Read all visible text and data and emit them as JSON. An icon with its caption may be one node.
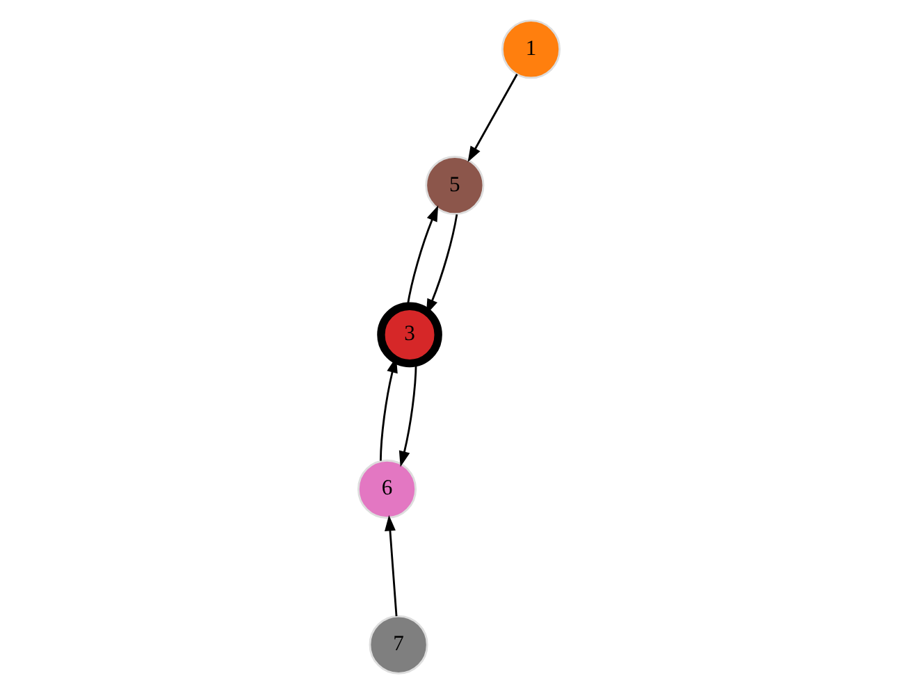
{
  "diagram": {
    "nodes": [
      {
        "text": [
          "6"
        ]
      },
      {
        "text": [
          "7"
        ]
      },
      {
        "text": [
          "3"
        ]
      },
      {
        "text": [
          "5"
        ]
      },
      {
        "text": [
          "1"
        ]
      }
    ],
    "edges": [
      {
        "from": 1,
        "to": 0,
        "arrow": "to"
      },
      {
        "from": 0,
        "to": 2,
        "arrow": "to"
      },
      {
        "from": 2,
        "to": 0,
        "arrow": "to"
      },
      {
        "from": 2,
        "to": 3,
        "arrow": "to"
      },
      {
        "from": 3,
        "to": 2,
        "arrow": "to"
      },
      {
        "from": 4,
        "to": 3,
        "arrow": "to"
      }
    ]
  }
}
